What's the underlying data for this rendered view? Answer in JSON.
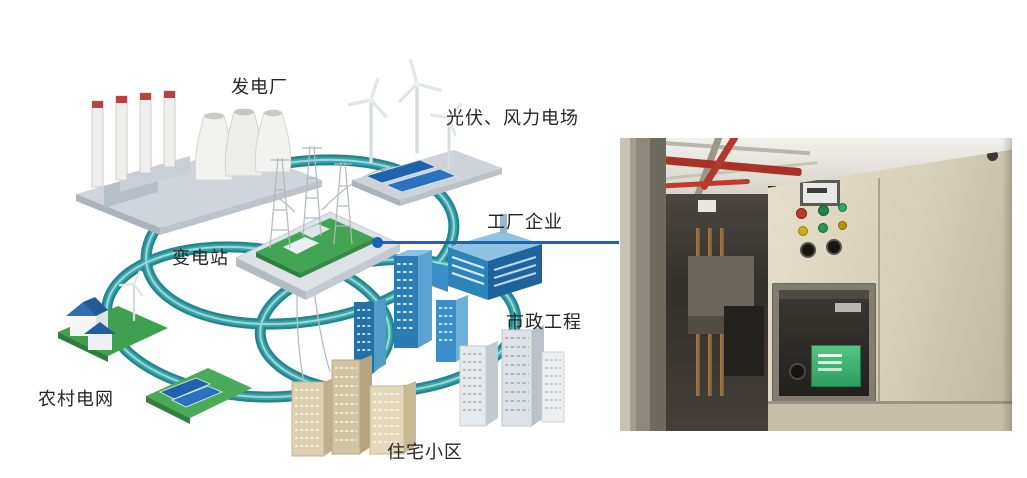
{
  "diagram": {
    "labels": {
      "power_plant": "发电厂",
      "pv_wind_farm": "光伏、风力电场",
      "factory": "工厂企业",
      "substation": "变电站",
      "municipal": "市政工程",
      "rural_grid": "农村电网",
      "residential": "住宅小区"
    },
    "colors": {
      "network_ring_teal": "#2f9aa0",
      "network_ring_dark": "#23858d",
      "network_ring_highlight": "#9bd8da",
      "connector_blue": "#1a64b8",
      "substation_green": "#43a554",
      "building_blue": "#2f83bd",
      "label_text": "#252525"
    }
  },
  "connector": {
    "color": "#1a64b8"
  },
  "photo": {
    "colors": {
      "cabinet_beige": "#d6cfb7",
      "breaker_display_green": "#35a96b",
      "pipe_red": "#a93226",
      "indicator_red": "#c0392b",
      "indicator_green": "#1e8449",
      "indicator_yellow": "#d4ac0d"
    }
  }
}
